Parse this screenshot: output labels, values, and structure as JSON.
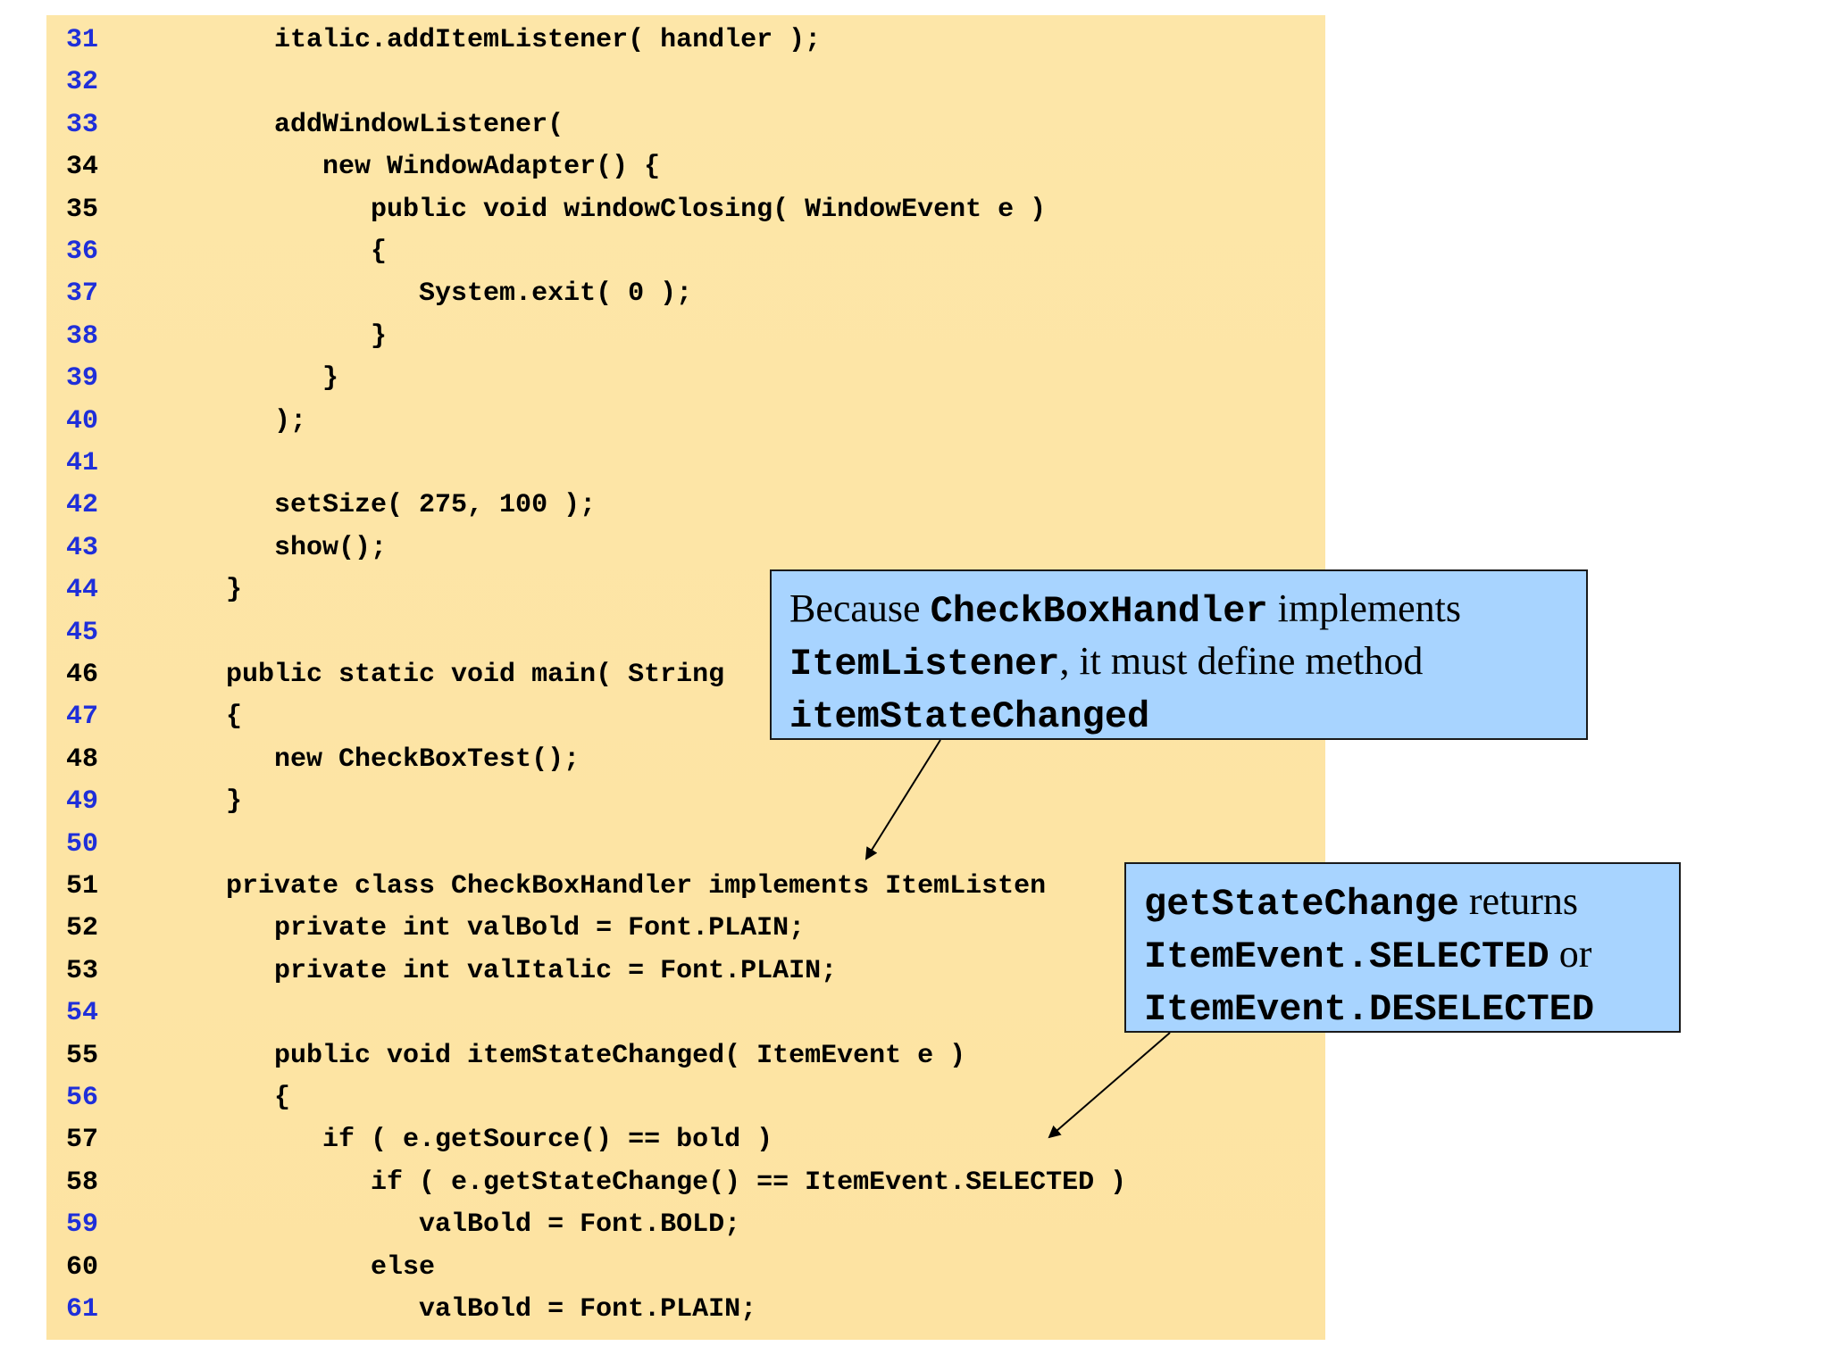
{
  "code_lines": [
    {
      "num": "31",
      "num_color": "blue",
      "code": "      italic.addItemListener( handler );"
    },
    {
      "num": "32",
      "num_color": "blue",
      "code": ""
    },
    {
      "num": "33",
      "num_color": "blue",
      "code": "      addWindowListener("
    },
    {
      "num": "34",
      "num_color": "black",
      "code": "         new WindowAdapter() {"
    },
    {
      "num": "35",
      "num_color": "black",
      "code": "            public void windowClosing( WindowEvent e )"
    },
    {
      "num": "36",
      "num_color": "blue",
      "code": "            {"
    },
    {
      "num": "37",
      "num_color": "blue",
      "code": "               System.exit( 0 );"
    },
    {
      "num": "38",
      "num_color": "blue",
      "code": "            }"
    },
    {
      "num": "39",
      "num_color": "blue",
      "code": "         }"
    },
    {
      "num": "40",
      "num_color": "blue",
      "code": "      );"
    },
    {
      "num": "41",
      "num_color": "blue",
      "code": ""
    },
    {
      "num": "42",
      "num_color": "blue",
      "code": "      setSize( 275, 100 );"
    },
    {
      "num": "43",
      "num_color": "blue",
      "code": "      show();"
    },
    {
      "num": "44",
      "num_color": "blue",
      "code": "   }"
    },
    {
      "num": "45",
      "num_color": "blue",
      "code": ""
    },
    {
      "num": "46",
      "num_color": "black",
      "code": "   public static void main( String"
    },
    {
      "num": "47",
      "num_color": "blue",
      "code": "   {"
    },
    {
      "num": "48",
      "num_color": "black",
      "code": "      new CheckBoxTest();"
    },
    {
      "num": "49",
      "num_color": "blue",
      "code": "   }"
    },
    {
      "num": "50",
      "num_color": "blue",
      "code": ""
    },
    {
      "num": "51",
      "num_color": "black",
      "code": "   private class CheckBoxHandler implements ItemListen"
    },
    {
      "num": "52",
      "num_color": "black",
      "code": "      private int valBold = Font.PLAIN;"
    },
    {
      "num": "53",
      "num_color": "black",
      "code": "      private int valItalic = Font.PLAIN;"
    },
    {
      "num": "54",
      "num_color": "blue",
      "code": ""
    },
    {
      "num": "55",
      "num_color": "black",
      "code": "      public void itemStateChanged( ItemEvent e )"
    },
    {
      "num": "56",
      "num_color": "blue",
      "code": "      {"
    },
    {
      "num": "57",
      "num_color": "black",
      "code": "         if ( e.getSource() == bold )"
    },
    {
      "num": "58",
      "num_color": "black",
      "code": "            if ( e.getStateChange() == ItemEvent.SELECTED )"
    },
    {
      "num": "59",
      "num_color": "blue",
      "code": "               valBold = Font.BOLD;"
    },
    {
      "num": "60",
      "num_color": "black",
      "code": "            else"
    },
    {
      "num": "61",
      "num_color": "blue",
      "code": "               valBold = Font.PLAIN;"
    }
  ],
  "callout_1": {
    "t1": "Because ",
    "t2": "CheckBoxHandler",
    "t3": " implements",
    "t4": "ItemListener",
    "t5": ", it must define method",
    "t6": "itemStateChanged"
  },
  "callout_2": {
    "t1": "getStateChange",
    "t2": " returns",
    "t3": "ItemEvent.SELECTED",
    "t4": " or",
    "t5": "ItemEvent.DESELECTED"
  },
  "colors": {
    "panel_bg": "#fde6a8",
    "line_number_blue": "#1f2fd9",
    "callout_bg": "#a8d4ff"
  }
}
